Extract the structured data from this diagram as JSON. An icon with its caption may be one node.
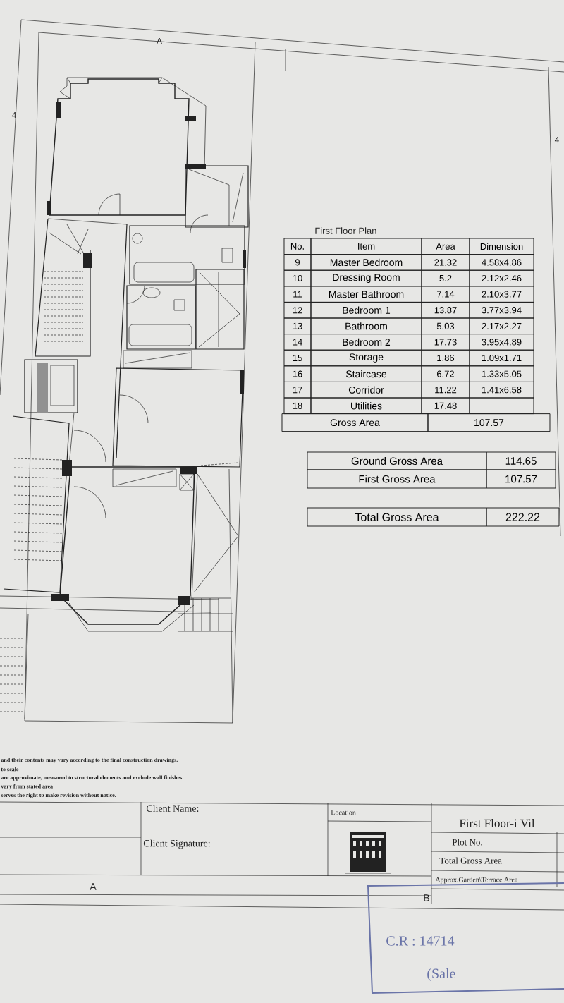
{
  "diagram": {
    "labels": [
      "A",
      "4",
      "4",
      "First Floor Plan",
      "No.",
      "Item",
      "Area",
      "Dimension",
      "9",
      "Master Bedroom",
      "21.32",
      "4.58x4.86",
      "10",
      "Dressing Room",
      "5.2",
      "2.12x2.46",
      "11",
      "Master Bathroom",
      "7.14",
      "2.10x3.77",
      "12",
      "Bedroom 1",
      "13.87",
      "3.77x3.94",
      "13",
      "Bathroom",
      "5.03",
      "2.17x2.27",
      "14",
      "Bedroom 2",
      "17.73",
      "3.95x4.89",
      "15",
      "Storage",
      "1.86",
      "1.09x1.71",
      "16",
      "Staircase",
      "6.72",
      "1.33x5.05",
      "17",
      "Corridor",
      "11.22",
      "1.41x6.58",
      "18",
      "Utilities",
      "17.48",
      "Gross Area",
      "107.57",
      "Ground Gross Area",
      "114.65",
      "First Gross Area",
      "107.57",
      "Total Gross Area",
      "222.22",
      "and their contents may vary according to the final construction drawings.",
      "to scale",
      "are approximate, measured to structural elements and exclude wall finishes.",
      "vary from stated area",
      "serves the right to make revision without notice.",
      "Client Name:",
      "Location",
      "First Floor-i Vil",
      "Client Signature:",
      "Plot No.",
      "Total Gross Area",
      "Approx.Garden\\Terrace Area",
      "A",
      "B",
      "C.R : 14714",
      "(Sale"
    ]
  }
}
